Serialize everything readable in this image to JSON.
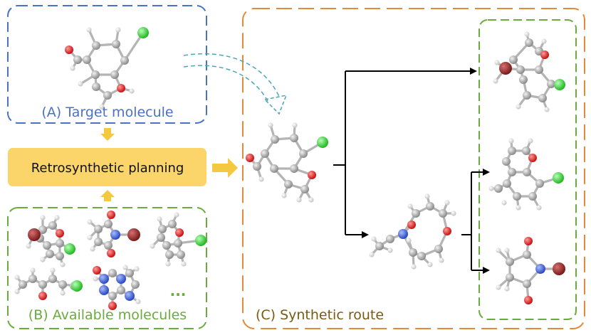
{
  "panels": {
    "target_label": "(A) Target molecule",
    "available_label": "(B) Available molecules",
    "route_label": "(C) Synthetic route",
    "planning_label": "Retrosynthetic planning",
    "ellipsis": "..."
  },
  "colors": {
    "panel_a_border": "#4a72c4",
    "panel_b_border": "#6aab3e",
    "panel_c_border": "#e08a3c",
    "planning_fill": "#fbd56a",
    "arrow_yellow": "#f5c842",
    "label_a": "#4a72c4",
    "label_b": "#6aab3e",
    "label_c": "#7a5a10",
    "carbon": "#9a9a9a",
    "hydrogen": "#e8e8e8",
    "oxygen": "#e02020",
    "chlorine": "#3dd13d",
    "nitrogen": "#3a5fd9",
    "bromine": "#a52a2a",
    "curved_arrow": "#4aa6b8"
  }
}
